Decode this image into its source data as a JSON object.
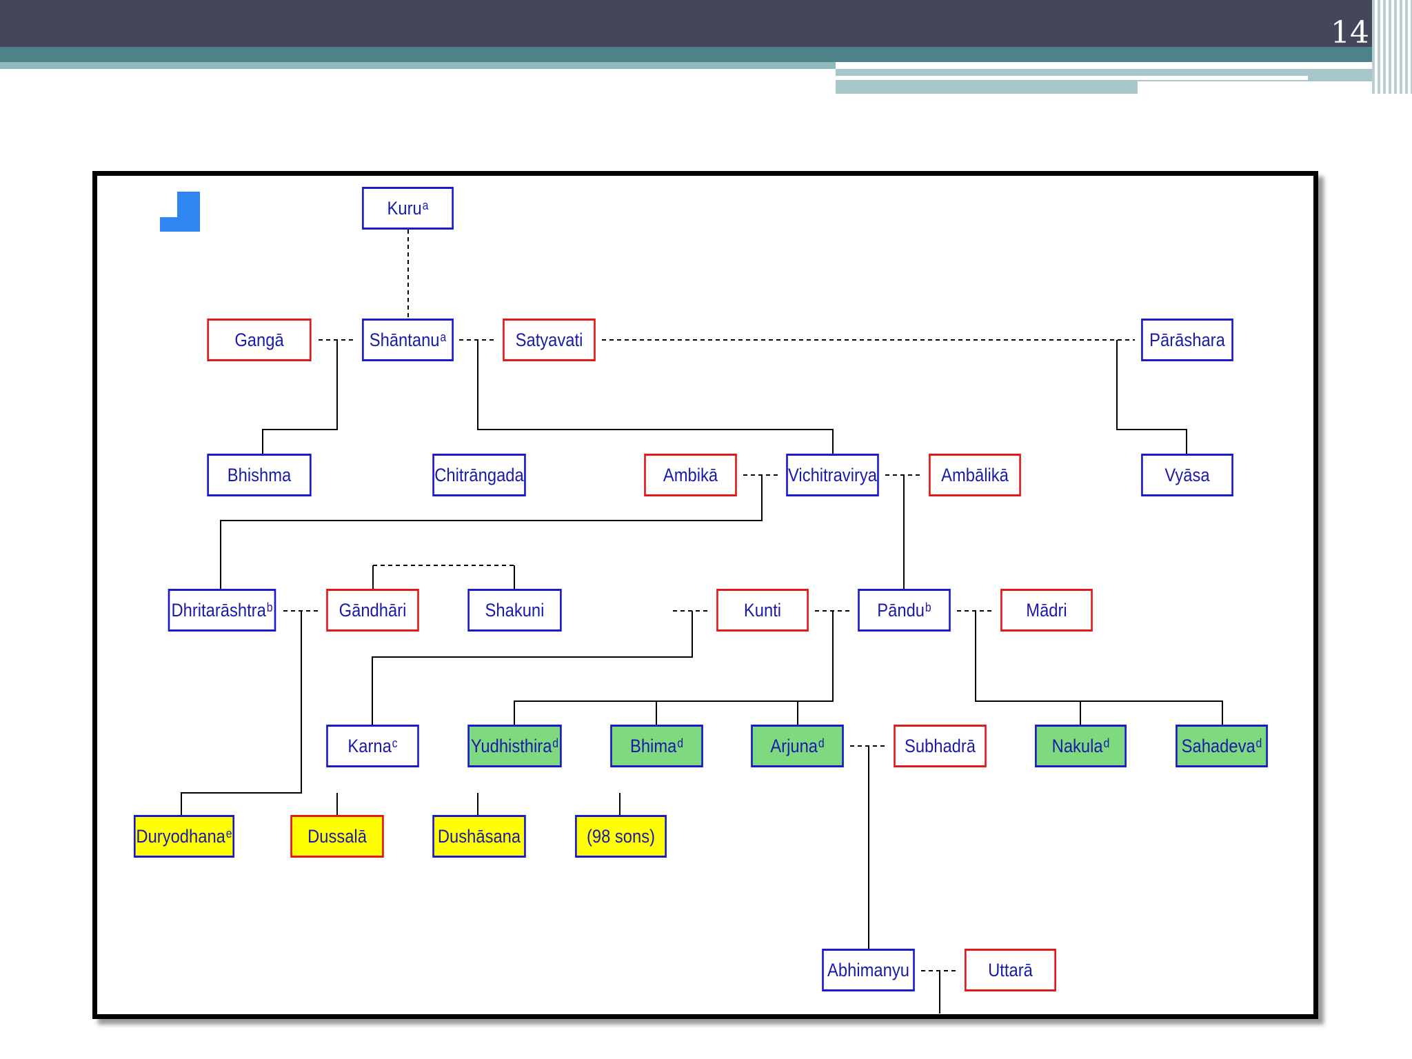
{
  "slide": {
    "page_number": "14"
  },
  "colors": {
    "female_border": "#e01818",
    "male_border": "#1a1acc",
    "pandava_fill": "#7fd97f",
    "kaurava_fill": "#ffff00",
    "text": "#1a1aa8"
  },
  "nodes": {
    "kuru": {
      "label": "Kuru",
      "sup": "a"
    },
    "ganga": {
      "label": "Gangā"
    },
    "shantanu": {
      "label": "Shāntanu",
      "sup": "a"
    },
    "satyavati": {
      "label": "Satyavati"
    },
    "parashara": {
      "label": "Pārāshara"
    },
    "bhishma": {
      "label": "Bhishma"
    },
    "chitrangada": {
      "label": "Chitrāngada"
    },
    "ambika": {
      "label": "Ambikā"
    },
    "vichitravirya": {
      "label": "Vichitravirya"
    },
    "ambalika": {
      "label": "Ambālikā"
    },
    "vyasa": {
      "label": "Vyāsa"
    },
    "dhritarashtra": {
      "label": "Dhritarāshtra",
      "sup": "b"
    },
    "gandhari": {
      "label": "Gāndhāri"
    },
    "shakuni": {
      "label": "Shakuni"
    },
    "kunti": {
      "label": "Kunti"
    },
    "pandu": {
      "label": "Pāndu",
      "sup": "b"
    },
    "madri": {
      "label": "Mādri"
    },
    "karna": {
      "label": "Karna",
      "sup": "c"
    },
    "yudhisthira": {
      "label": "Yudhisthira",
      "sup": "d"
    },
    "bhima": {
      "label": "Bhima",
      "sup": "d"
    },
    "arjuna": {
      "label": "Arjuna",
      "sup": "d"
    },
    "subhadra": {
      "label": "Subhadrā"
    },
    "nakula": {
      "label": "Nakula",
      "sup": "d"
    },
    "sahadeva": {
      "label": "Sahadeva",
      "sup": "d"
    },
    "duryodhana": {
      "label": "Duryodhana",
      "sup": "e"
    },
    "dussala": {
      "label": "Dussalā"
    },
    "dushasana": {
      "label": "Dushāsana"
    },
    "sons98": {
      "label": "(98 sons)"
    },
    "abhimanyu": {
      "label": "Abhimanyu"
    },
    "uttara": {
      "label": "Uttarā"
    }
  }
}
